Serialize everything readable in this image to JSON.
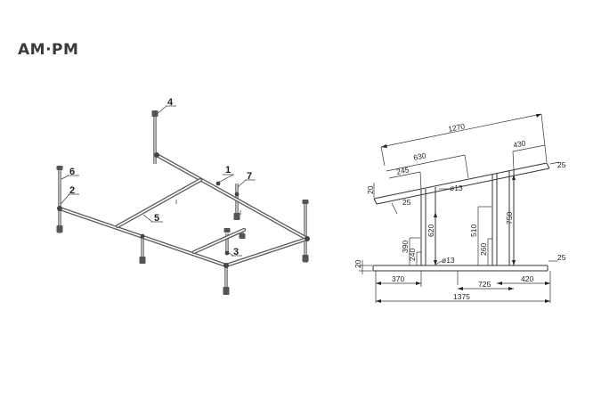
{
  "brand": {
    "logo_text": "AM·PM"
  },
  "frame_view": {
    "callouts": [
      "1",
      "2",
      "3",
      "4",
      "5",
      "6",
      "7"
    ]
  },
  "dimension_view": {
    "labels": {
      "d1270": "1270",
      "d630": "630",
      "d430": "430",
      "d245": "245",
      "d25_top_right": "25",
      "d20_top": "20",
      "d25_top_left": "25",
      "dia_top": "ø13",
      "d620": "620",
      "d390": "390",
      "d240": "240",
      "d510": "510",
      "d260": "260",
      "d750": "750",
      "d20_bottom": "20",
      "dia_bottom": "ø13",
      "d25_bottom_right": "25",
      "d370": "370",
      "d725": "725",
      "d420": "420",
      "d1375": "1375"
    }
  }
}
